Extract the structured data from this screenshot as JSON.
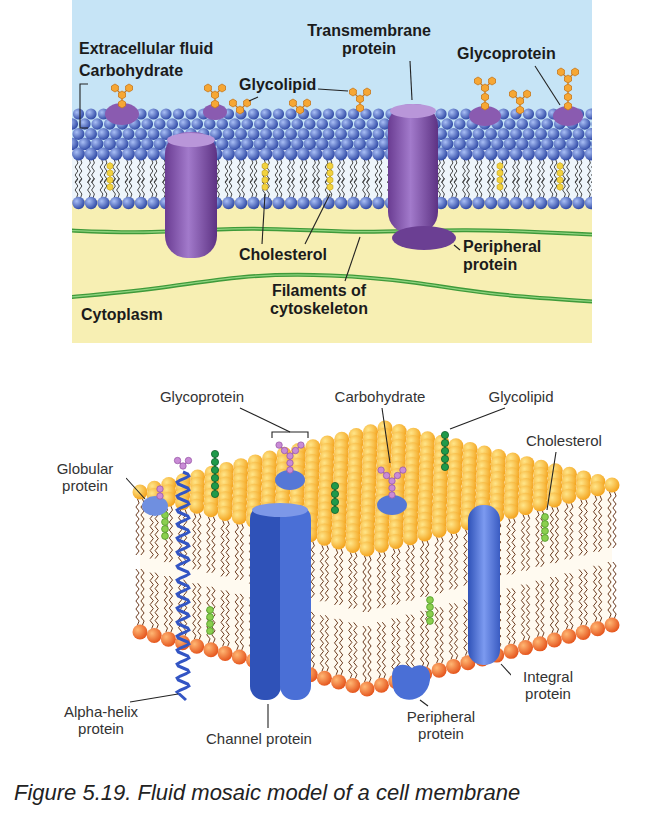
{
  "diagram": {
    "caption": "Figure 5.19. Fluid mosaic model of a cell membrane",
    "labels": [
      "Extracellular fluid",
      "Carbohydrate",
      "Transmembrane protein",
      "Glycolipid",
      "Glycoprotein",
      "Cholesterol",
      "Peripheral protein",
      "Filaments of cytoskeleton",
      "Cytoplasm",
      "Glycoprotein",
      "Carbohydrate",
      "Glycolipid",
      "Globular protein",
      "Cholesterol",
      "Alpha-helix protein",
      "Channel protein",
      "Peripheral protein",
      "Integral protein"
    ]
  }
}
